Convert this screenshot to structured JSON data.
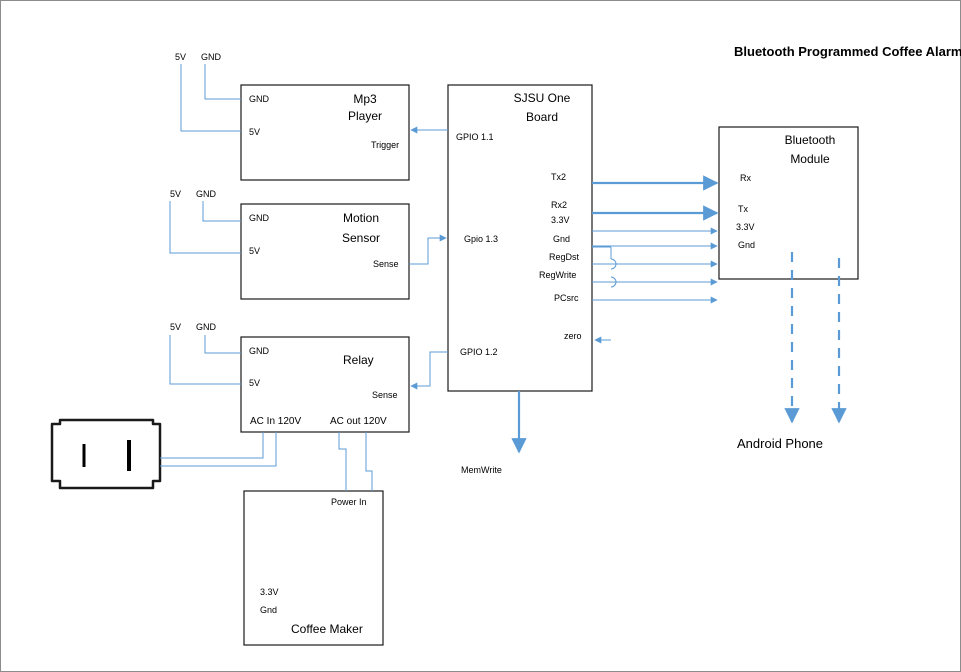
{
  "title": "Bluetooth Programmed Coffee Alarm",
  "supply": {
    "v5": "5V",
    "gnd": "GND"
  },
  "mp3": {
    "name_l1": "Mp3",
    "name_l2": "Player",
    "gnd": "GND",
    "v5": "5V",
    "trigger": "Trigger"
  },
  "motion": {
    "name_l1": "Motion",
    "name_l2": "Sensor",
    "gnd": "GND",
    "v5": "5V",
    "sense": "Sense"
  },
  "relay": {
    "name": "Relay",
    "gnd": "GND",
    "v5": "5V",
    "sense": "Sense",
    "ac_in": "AC In 120V",
    "ac_out": "AC out 120V"
  },
  "board": {
    "name_l1": "SJSU One",
    "name_l2": "Board",
    "gpio11": "GPIO 1.1",
    "gpio13": "Gpio 1.3",
    "gpio12": "GPIO 1.2",
    "tx2": "Tx2",
    "rx2": "Rx2",
    "v33": "3.3V",
    "gnd": "Gnd",
    "regdst": "RegDst",
    "regwrite": "RegWrite",
    "pcsrc": "PCsrc",
    "zero": "zero",
    "memwrite": "MemWrite"
  },
  "bluetooth": {
    "name_l1": "Bluetooth",
    "name_l2": "Module",
    "rx": "Rx",
    "tx": "Tx",
    "v33": "3.3V",
    "gnd": "Gnd"
  },
  "android": "Android Phone",
  "coffee": {
    "power_in": "Power In",
    "v33": "3.3V",
    "gnd": "Gnd",
    "name": "Coffee Maker"
  },
  "colors": {
    "wire": "#5b9bd5",
    "box": "#1a1a1a"
  }
}
